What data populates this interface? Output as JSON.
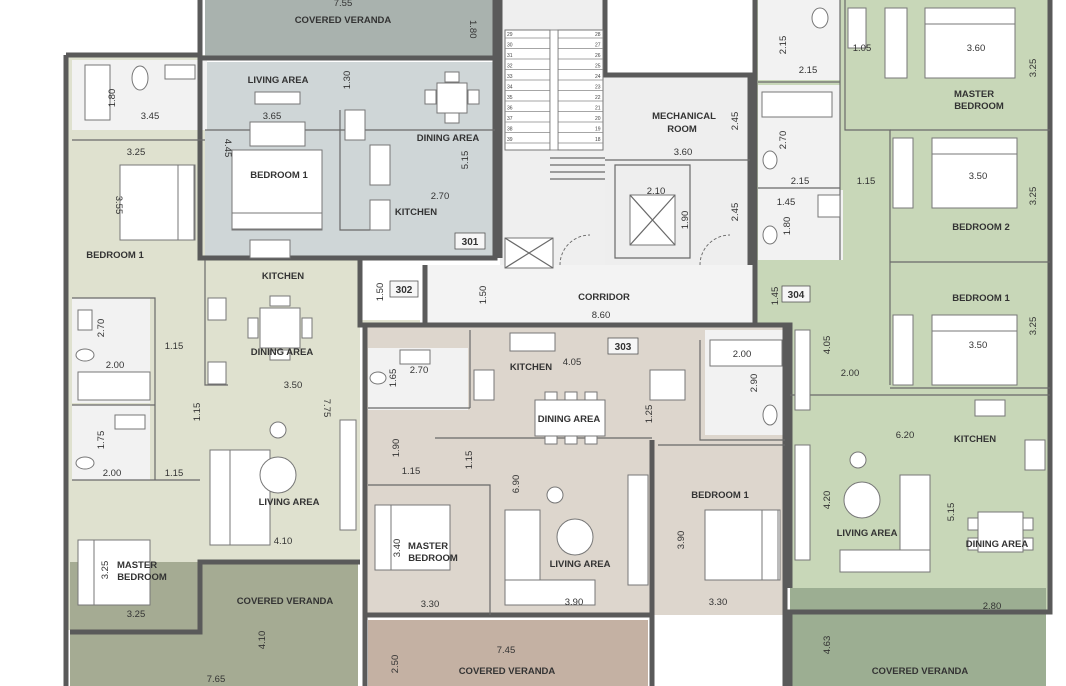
{
  "colors": {
    "unit_301": "#cfd6d7",
    "unit_302": "#dfe1cf",
    "unit_303": "#ddd6cd",
    "unit_304": "#c8d7b8",
    "veranda_301": "#a9b2ae",
    "veranda_302": "#a5ab93",
    "veranda_303": "#c4b1a3",
    "veranda_304": "#9cae92",
    "core": "#efefef",
    "corridor": "#f3f3f3",
    "bath": "#f2f2f2",
    "wall": "#5a5a5a"
  },
  "units": [
    "301",
    "302",
    "303",
    "304"
  ],
  "rooms": {
    "covered_veranda": "COVERED VERANDA",
    "living_area": "LIVING AREA",
    "dining_area": "DINING AREA",
    "kitchen": "KITCHEN",
    "bedroom_1": "BEDROOM 1",
    "bedroom_2": "BEDROOM 2",
    "master": "MASTER",
    "bedroom": "BEDROOM",
    "master_bedroom": "MASTER BEDROOM",
    "mechanical": "MECHANICAL",
    "room": "ROOM",
    "corridor": "CORRIDOR"
  },
  "dims": {
    "d1": "7.55",
    "d2": "1.80",
    "d3": "1.80",
    "d4": "3.45",
    "d5": "1.30",
    "d6": "3.65",
    "d7": "4.45",
    "d8": "5.15",
    "d9": "2.70",
    "d10": "3.25",
    "d11": "3.55",
    "d12": "2.70",
    "d13": "2.00",
    "d14": "1.15",
    "d15": "1.75",
    "d16": "2.00",
    "d17": "1.15",
    "d18": "1.15",
    "d19": "3.25",
    "d20": "3.25",
    "d21": "1.50",
    "d22": "1.50",
    "d23": "3.50",
    "d24": "7.75",
    "d25": "4.10",
    "d26": "4.10",
    "d27": "7.65",
    "d28": "8.60",
    "d29": "3.60",
    "d30": "2.45",
    "d31": "2.10",
    "d32": "1.90",
    "d33": "2.45",
    "d34": "1.45",
    "d35": "4.05",
    "d36": "1.65",
    "d37": "2.70",
    "d38": "1.25",
    "d39": "2.00",
    "d40": "2.90",
    "d41": "1.90",
    "d42": "1.15",
    "d43": "1.15",
    "d44": "6.90",
    "d45": "3.40",
    "d46": "3.30",
    "d47": "3.90",
    "d48": "3.90",
    "d49": "3.30",
    "d50": "7.45",
    "d51": "2.50",
    "d52": "2.15",
    "d53": "2.15",
    "d54": "1.05",
    "d55": "3.60",
    "d56": "3.25",
    "d57": "2.70",
    "d58": "2.15",
    "d59": "1.15",
    "d60": "1.45",
    "d61": "1.80",
    "d62": "3.50",
    "d63": "3.25",
    "d64": "3.50",
    "d65": "3.25",
    "d66": "4.05",
    "d67": "2.00",
    "d68": "6.20",
    "d69": "4.20",
    "d70": "5.15",
    "d71": "2.80",
    "d72": "4.63",
    "d73": "1.45"
  },
  "stairs": {
    "left": [
      "29",
      "30",
      "31",
      "32",
      "33",
      "34",
      "35",
      "36",
      "37",
      "38",
      "39"
    ],
    "right": [
      "28",
      "27",
      "26",
      "25",
      "24",
      "23",
      "22",
      "21",
      "20",
      "19",
      "18"
    ]
  }
}
